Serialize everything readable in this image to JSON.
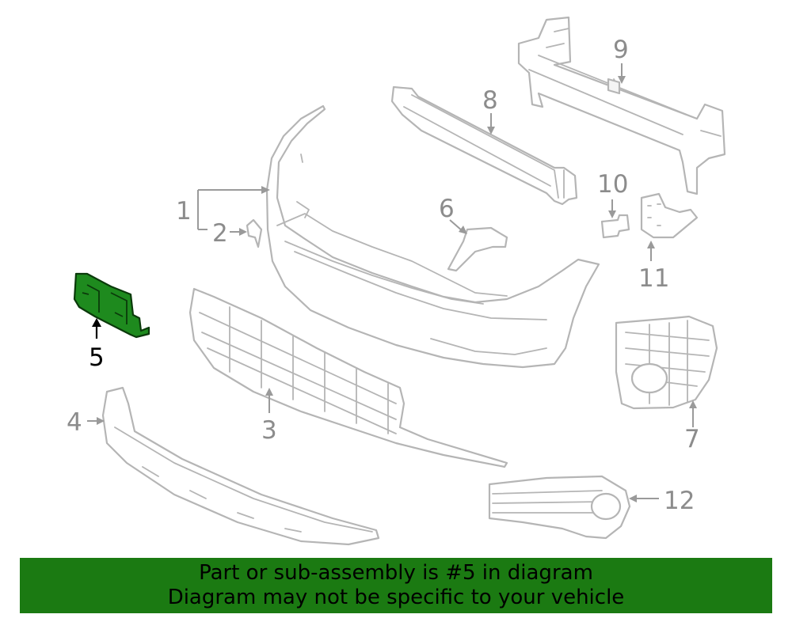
{
  "diagram": {
    "highlight_color": "#1b7a12",
    "callouts": [
      {
        "id": "1",
        "label": "1"
      },
      {
        "id": "2",
        "label": "2"
      },
      {
        "id": "3",
        "label": "3"
      },
      {
        "id": "4",
        "label": "4"
      },
      {
        "id": "5",
        "label": "5",
        "highlighted": true
      },
      {
        "id": "6",
        "label": "6"
      },
      {
        "id": "7",
        "label": "7"
      },
      {
        "id": "8",
        "label": "8"
      },
      {
        "id": "9",
        "label": "9"
      },
      {
        "id": "10",
        "label": "10"
      },
      {
        "id": "11",
        "label": "11"
      },
      {
        "id": "12",
        "label": "12"
      }
    ]
  },
  "banner": {
    "line1": "Part or sub-assembly is #5 in diagram",
    "line2": "Diagram may not be specific to your vehicle",
    "background": "#1b7a12"
  }
}
